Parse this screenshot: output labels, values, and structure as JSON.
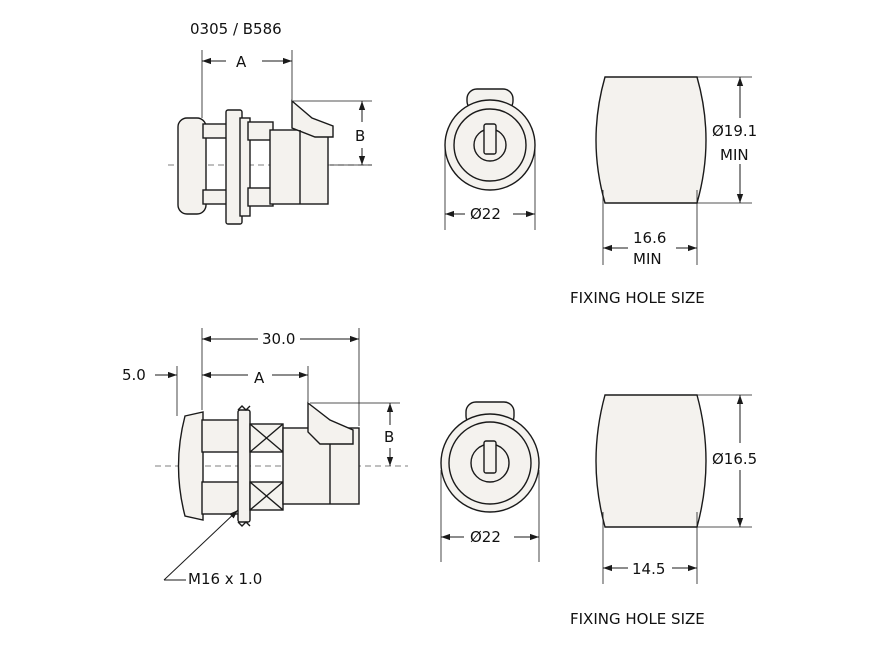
{
  "part_number": "0305 / B586",
  "top": {
    "dim_a": "A",
    "dim_b": "B",
    "front_diameter": "Ø22",
    "hole_height": "Ø19.1",
    "hole_height_note": "MIN",
    "hole_width": "16.6",
    "hole_width_note": "MIN",
    "caption": "FIXING HOLE SIZE"
  },
  "bottom": {
    "overall_length": "30.0",
    "flange": "5.0",
    "dim_a": "A",
    "dim_b": "B",
    "thread": "M16 x 1.0",
    "front_diameter": "Ø22",
    "hole_height": "Ø16.5",
    "hole_width": "14.5",
    "caption": "FIXING HOLE SIZE"
  }
}
